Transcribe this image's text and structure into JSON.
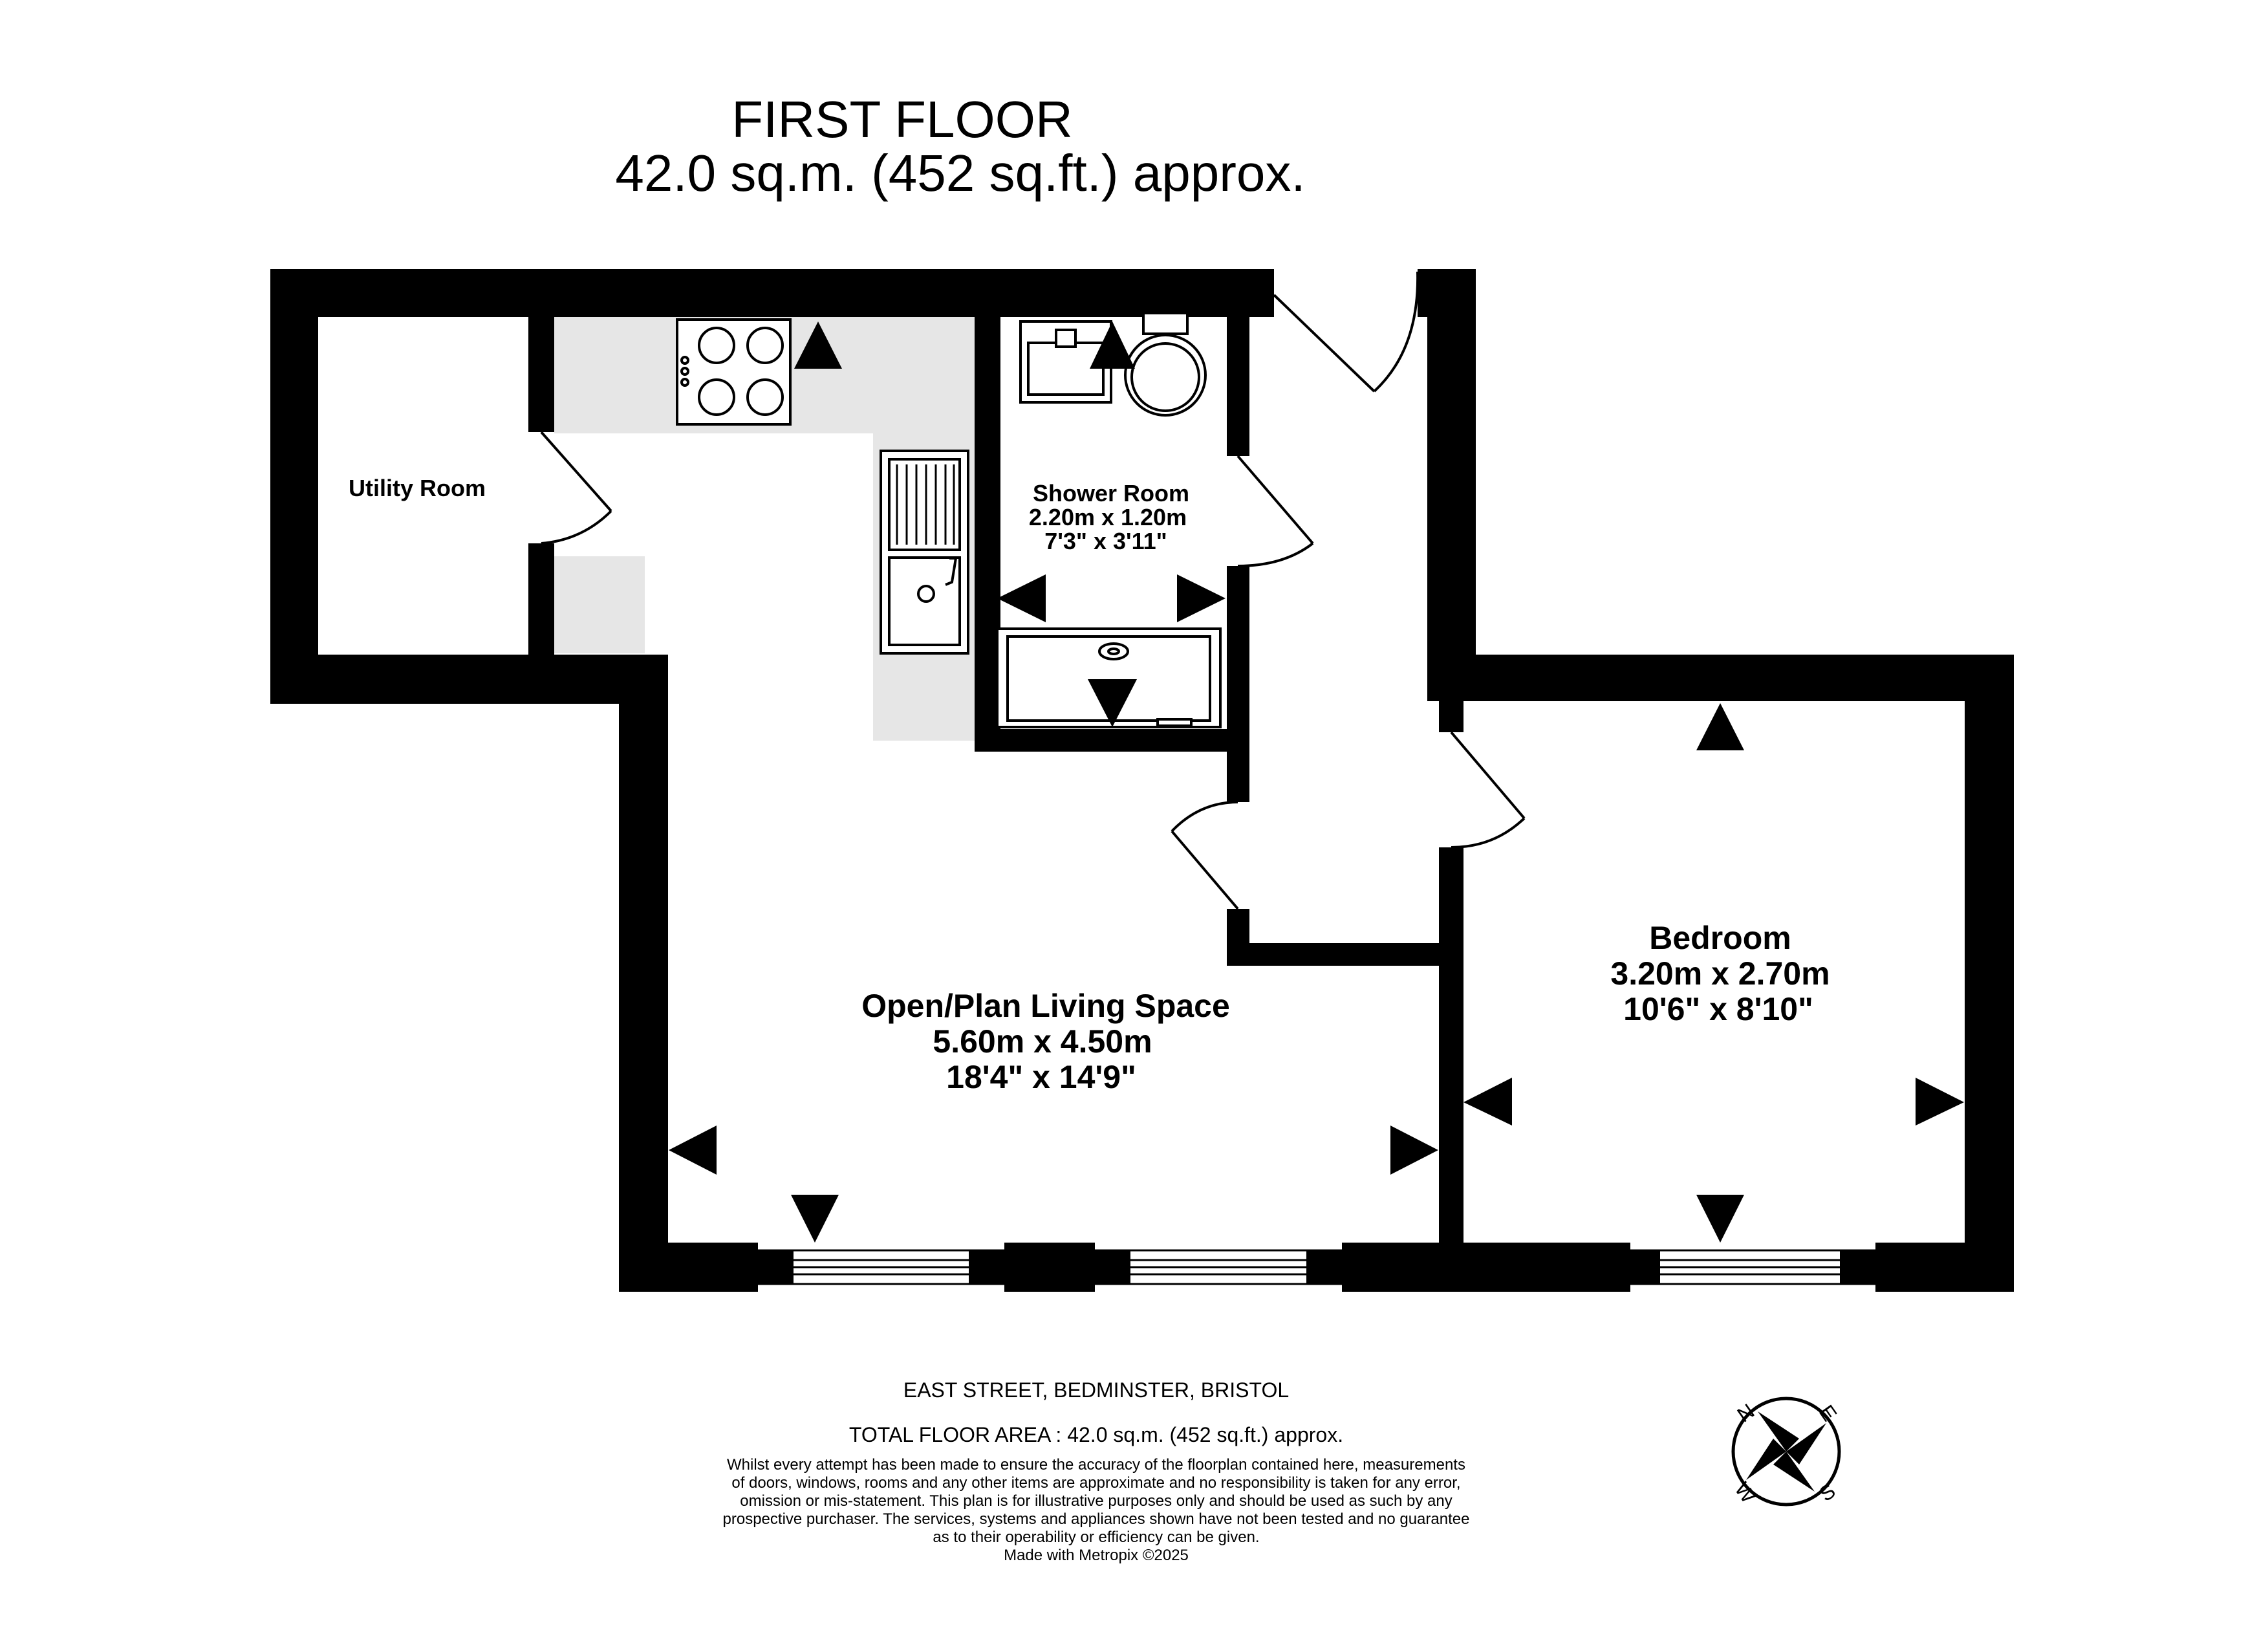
{
  "header": {
    "floor_title": "FIRST FLOOR",
    "floor_area": "42.0 sq.m. (452 sq.ft.) approx."
  },
  "rooms": {
    "utility": {
      "name": "Utility Room"
    },
    "shower": {
      "name": "Shower Room",
      "metric": "2.20m  x 1.20m",
      "imperial": "7'3\"  x 3'11\""
    },
    "living": {
      "name": "Open/Plan Living Space",
      "metric": "5.60m  x 4.50m",
      "imperial": "18'4\"  x 14'9\""
    },
    "bedroom": {
      "name": "Bedroom",
      "metric": "3.20m  x 2.70m",
      "imperial": "10'6\"  x 8'10\""
    }
  },
  "footer": {
    "address": "EAST STREET, BEDMINSTER, BRISTOL",
    "total_area": "TOTAL FLOOR AREA : 42.0 sq.m. (452 sq.ft.) approx.",
    "disclaimer": [
      "Whilst every attempt has been made to ensure the accuracy of the floorplan contained here, measurements",
      "of doors, windows, rooms and any other items are approximate and no responsibility is taken for any error,",
      "omission or mis-statement. This plan is for illustrative purposes only and should be used as such by any",
      "prospective purchaser. The services, systems and appliances shown have not been tested and no guarantee",
      "as to their operability or efficiency can be given."
    ],
    "made_with": "Made with Metropix ©2025"
  },
  "compass": {
    "n": "N",
    "e": "E",
    "s": "S",
    "w": "W"
  },
  "colors": {
    "wall": "#000000",
    "shaded_floor": "#e6e6e6",
    "background": "#ffffff"
  }
}
